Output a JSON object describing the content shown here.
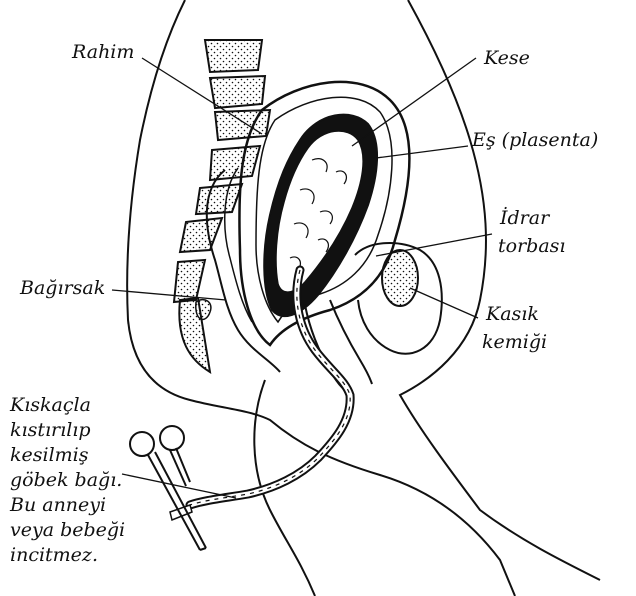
{
  "labels": {
    "rahim": "Rahim",
    "kese": "Kese",
    "es": "Eş (plasenta)",
    "idrar_1": "İdrar",
    "idrar_2": "torbası",
    "bagirsak": "Bağırsak",
    "kasik_1": "Kasık",
    "kasik_2": "kemiği"
  },
  "caption": [
    "Kıskaçla",
    "kıstırılıp",
    "kesilmiş",
    "göbek bağı.",
    "Bu anneyi",
    "veya bebeği",
    "incitmez."
  ],
  "colors": {
    "ink": "#111111",
    "background": "#ffffff"
  }
}
